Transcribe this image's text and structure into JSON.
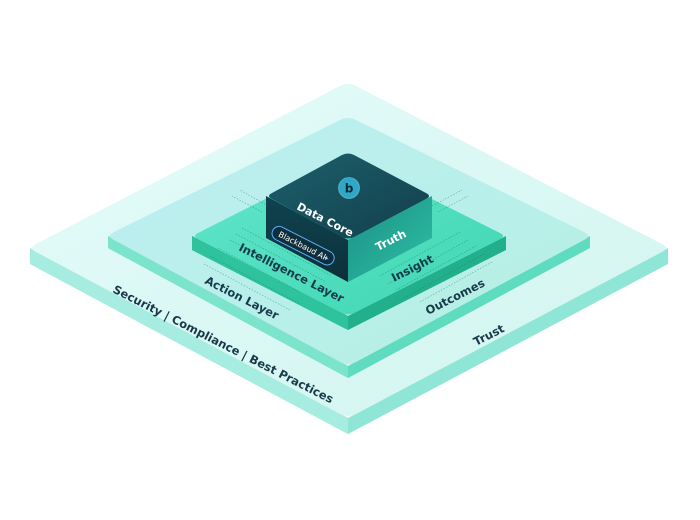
{
  "diagram": {
    "core": {
      "title": "Data Core",
      "side_label": "Truth",
      "badge_label": "Blackbaud AI",
      "badge_glyph": "✦",
      "logo_glyph": "b"
    },
    "layers": {
      "intelligence": {
        "left_label": "Intelligence Layer",
        "right_label": "Insight"
      },
      "action": {
        "left_label": "Action Layer",
        "right_label": "Outcomes"
      },
      "foundation": {
        "left_label": "Security | Compliance | Best Practices",
        "right_label": "Trust"
      }
    },
    "colors": {
      "outer_top": "#dcf8f6",
      "outer_side": "#7fe0cf",
      "middle_top": "#c3f0ee",
      "middle_side": "#4fd6ba",
      "inner_top": "#4fe0c0",
      "inner_side": "#27b48f",
      "core_top": "#174f5d",
      "core_side": "#0e3d48",
      "badge_bg": "#0f2e3a",
      "badge_border": "#5bb0ff",
      "logo_bg": "#2fa8c8"
    }
  }
}
